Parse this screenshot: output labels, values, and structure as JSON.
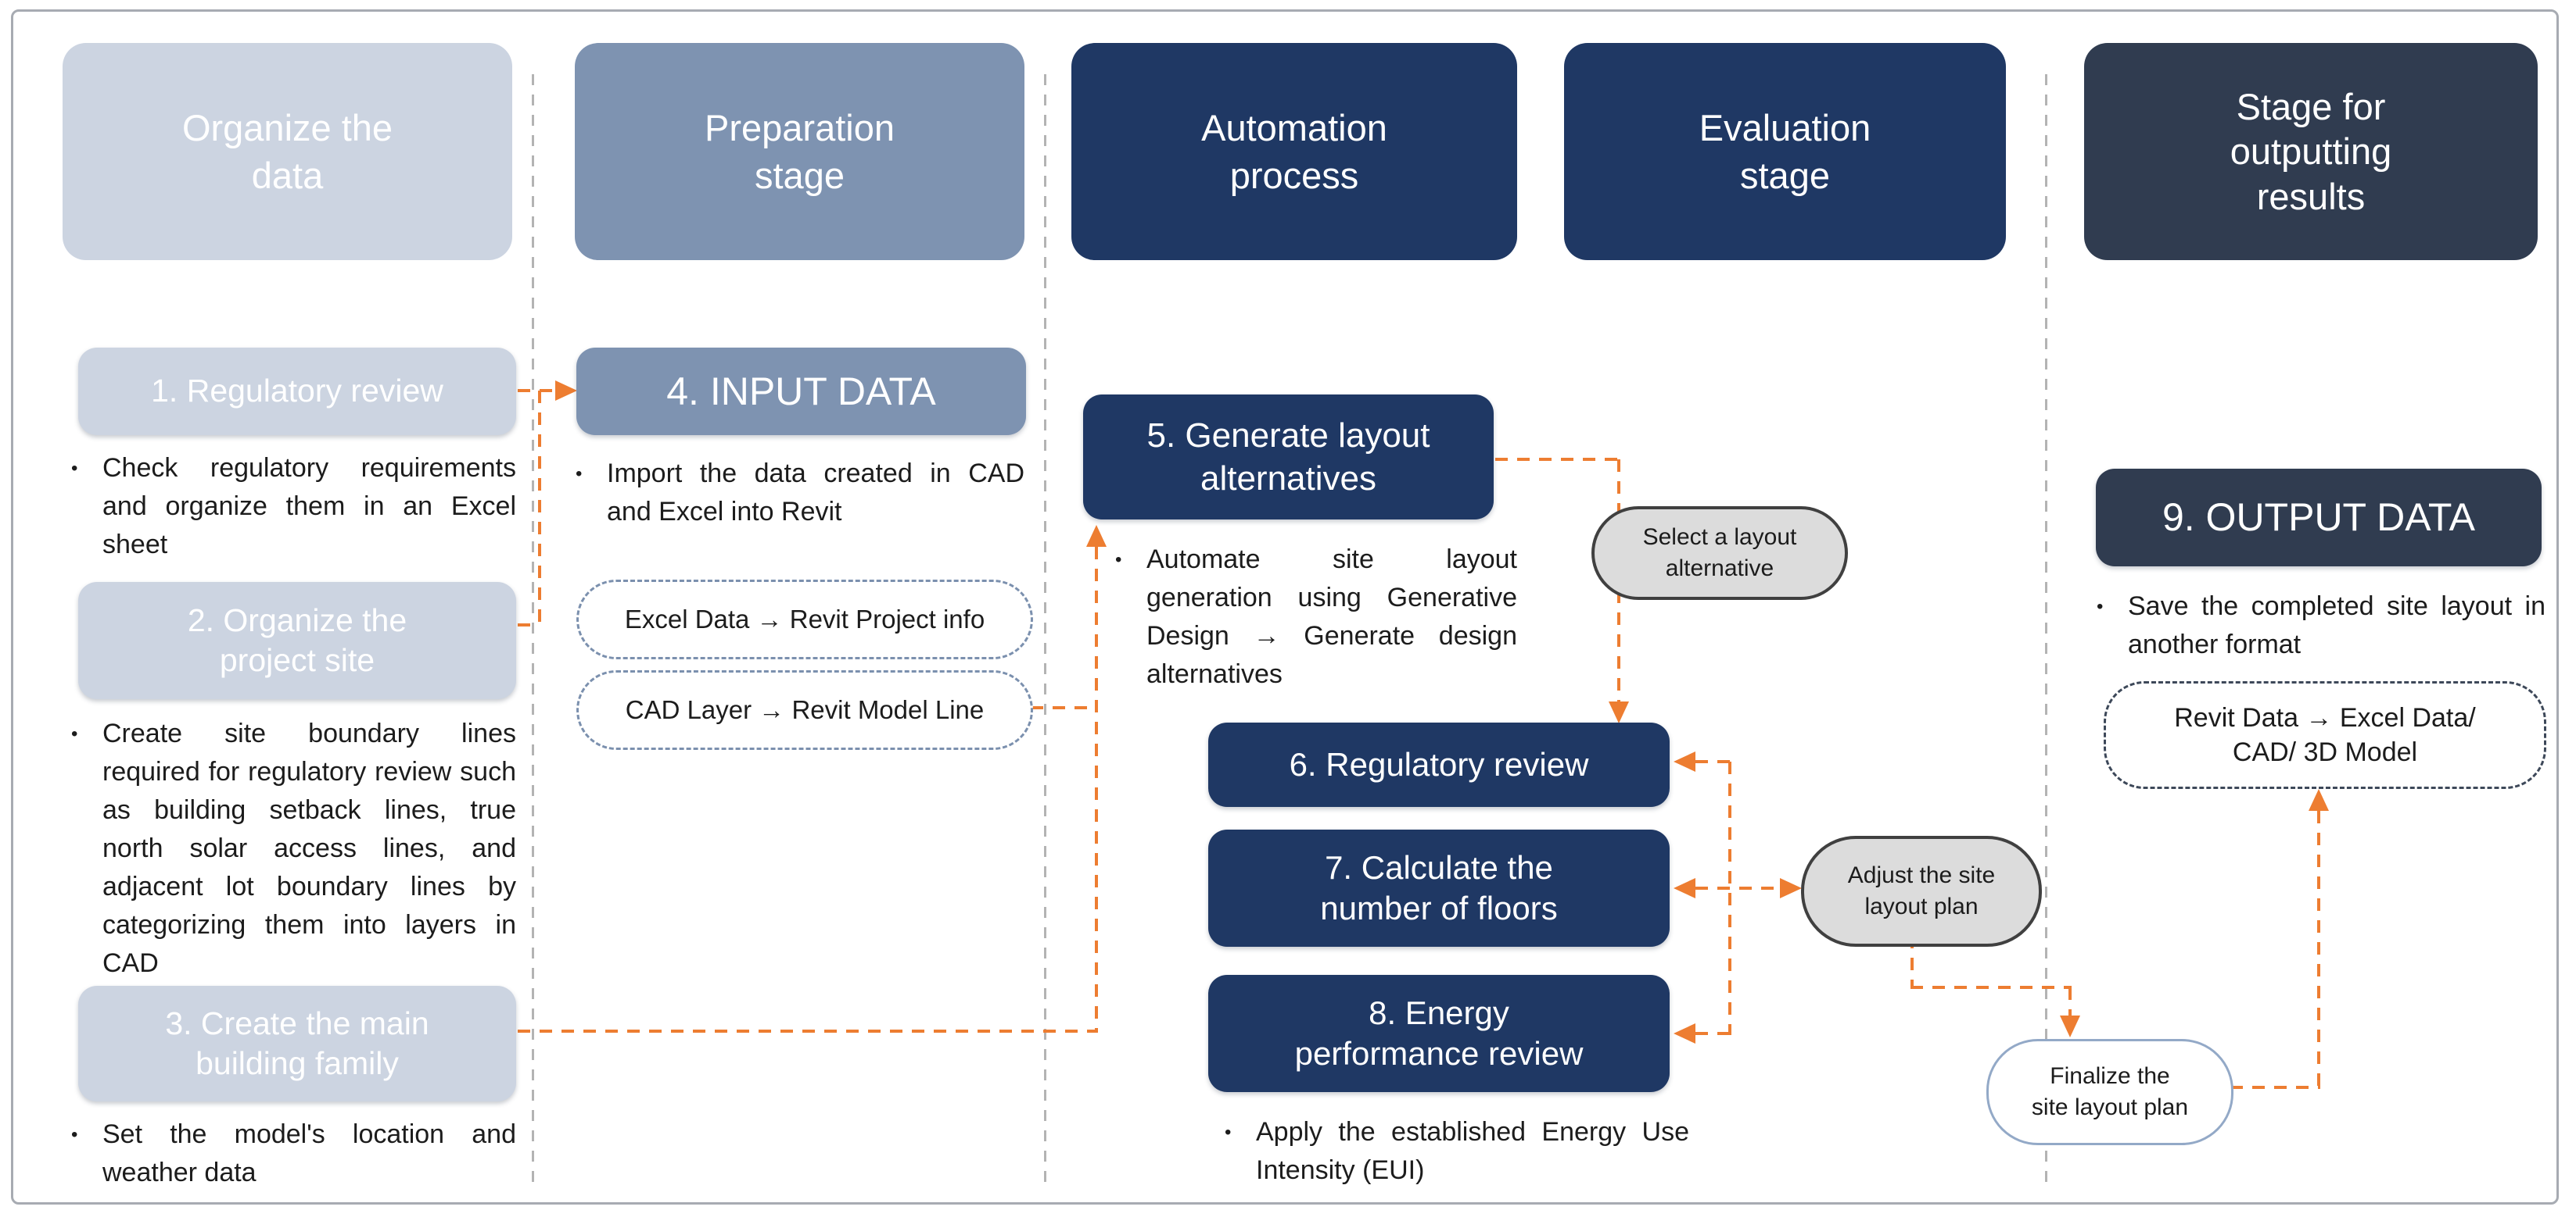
{
  "colors": {
    "light_step": "#ccd4e1",
    "slate_step": "#7e93b1",
    "navy_step": "#1f3864",
    "dark_step": "#303c50",
    "connector_orange": "#ed7d31",
    "decision_pill_fill": "#dcdcdc",
    "decision_pill_border": "#404040",
    "mapping_pill_border_blue": "#7b90ae",
    "mapping_pill_border_dark": "#3d4859",
    "finalize_pill_border": "#93a9c7",
    "separator_gray": "#b3b3b3",
    "body_text": "#1c1c1c"
  },
  "bullet_char": "•",
  "columns": [
    {
      "header": "Organize the\ndata"
    },
    {
      "header": "Preparation\nstage"
    },
    {
      "header": "Automation\nprocess"
    },
    {
      "header": "Evaluation\nstage"
    },
    {
      "header": "Stage for\noutputting\nresults"
    }
  ],
  "steps": {
    "s1": {
      "title": "1. Regulatory review",
      "bullet": "Check regulatory requirements and organize them in an Excel sheet"
    },
    "s2": {
      "title": "2. Organize the\nproject site",
      "bullet": "Create site boundary lines required for regulatory review such as building setback lines, true north solar access lines, and adjacent lot boundary lines by categorizing them into layers in CAD"
    },
    "s3": {
      "title": "3. Create the main\nbuilding family",
      "bullet": "Set the model's location and weather data"
    },
    "s4": {
      "title": "4. INPUT DATA",
      "bullet": "Import the data created in CAD and Excel into Revit",
      "pill_excel": "Excel Data → Revit Project info",
      "pill_cad": "CAD Layer → Revit Model Line"
    },
    "s5": {
      "title": "5. Generate layout\nalternatives",
      "bullet": "Automate site layout generation using Generative Design → Generate design alternatives"
    },
    "s6": {
      "title": "6. Regulatory review"
    },
    "s7": {
      "title": "7. Calculate the\nnumber of floors"
    },
    "s8": {
      "title": "8. Energy\nperformance review",
      "bullet": "Apply the established Energy Use Intensity (EUI)"
    },
    "s9": {
      "title": "9. OUTPUT DATA",
      "bullet": "Save the completed site layout in another format",
      "pill_revit": "Revit Data → Excel Data/\nCAD/ 3D Model"
    }
  },
  "decisions": {
    "select": "Select a layout\nalternative",
    "adjust": "Adjust the site\nlayout plan",
    "finalize": "Finalize the\nsite layout plan"
  }
}
